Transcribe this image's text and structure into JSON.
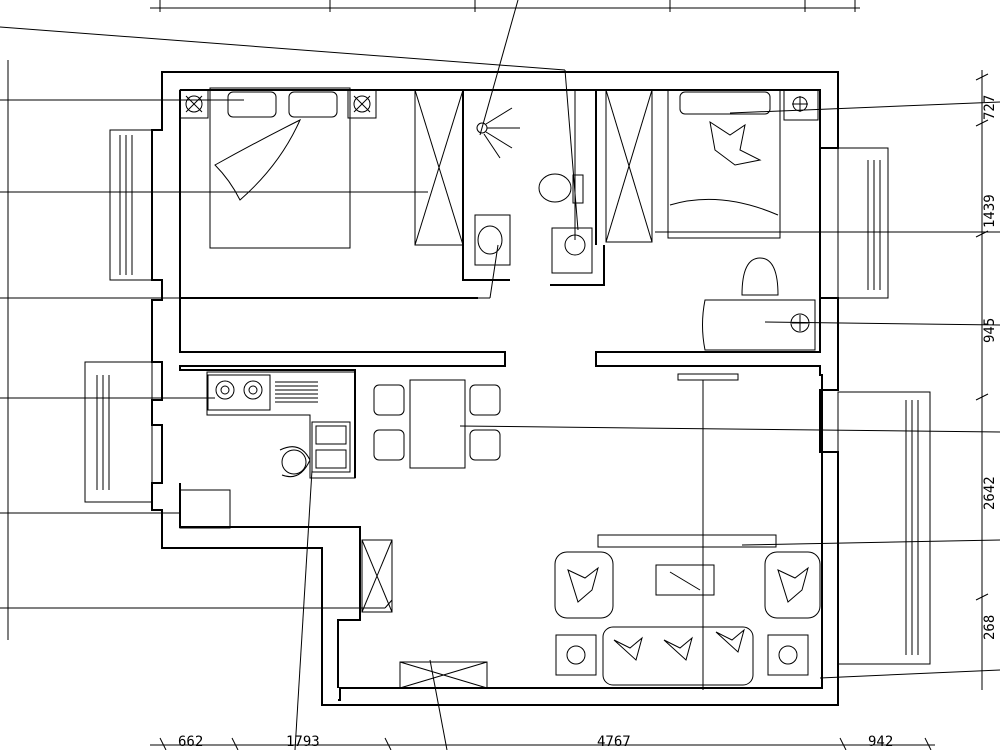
{
  "dimensions": {
    "bottom": [
      "662",
      "1793",
      "4767",
      "942"
    ],
    "right": [
      "727",
      "1439",
      "945",
      "2642",
      "268"
    ]
  }
}
